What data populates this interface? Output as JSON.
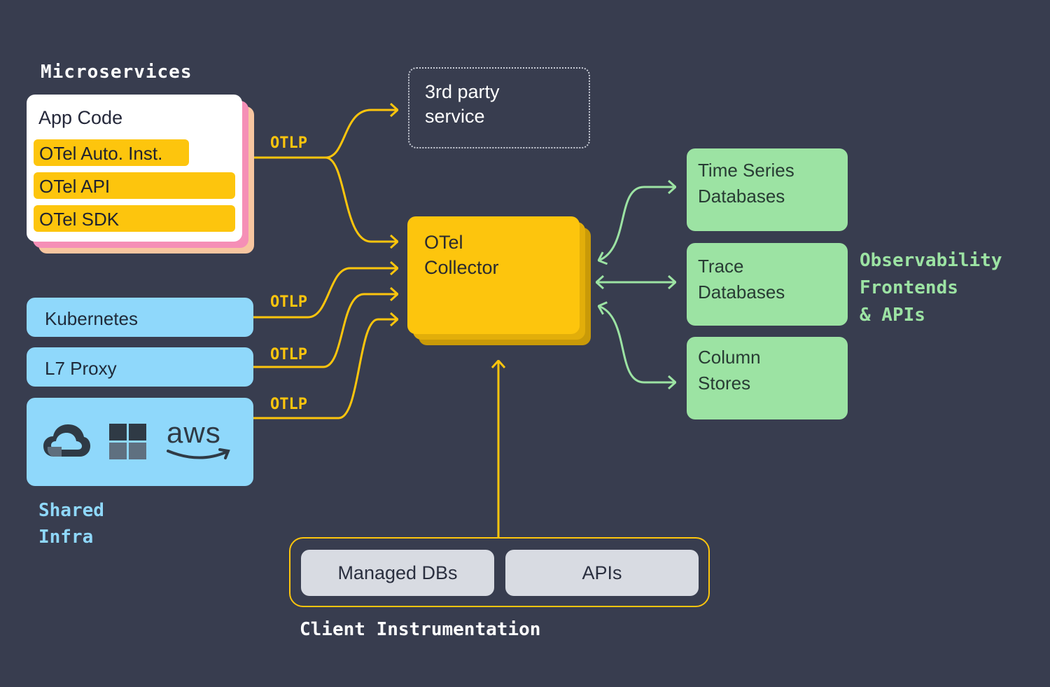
{
  "microservices": {
    "label": "Microservices",
    "app_code": "App Code",
    "items": [
      "OTel Auto. Inst.",
      "OTel API",
      "OTel SDK"
    ]
  },
  "third_party": {
    "line1": "3rd party",
    "line2": "service"
  },
  "collector": {
    "line1": "OTel",
    "line2": "Collector"
  },
  "otlp_label": "OTLP",
  "shared_infra": {
    "items": [
      "Kubernetes",
      "L7 Proxy"
    ],
    "cloud_icons": [
      "google-cloud-icon",
      "azure-windows-icon",
      "aws-icon"
    ],
    "aws_text": "aws",
    "label_line1": "Shared",
    "label_line2": "Infra"
  },
  "databases": [
    {
      "line1": "Time Series",
      "line2": "Databases"
    },
    {
      "line1": "Trace",
      "line2": "Databases"
    },
    {
      "line1": "Column",
      "line2": "Stores"
    }
  ],
  "observability": {
    "line1": "Observability",
    "line2": "Frontends",
    "line3": "& APIs"
  },
  "client": {
    "items": [
      "Managed DBs",
      "APIs"
    ],
    "label": "Client Instrumentation"
  },
  "colors": {
    "background": "#383d4f",
    "otlp_yellow": "#fdc50d",
    "infra_blue": "#8fd8fb",
    "db_green": "#9ce3a3",
    "client_gray": "#d8dbe2"
  }
}
